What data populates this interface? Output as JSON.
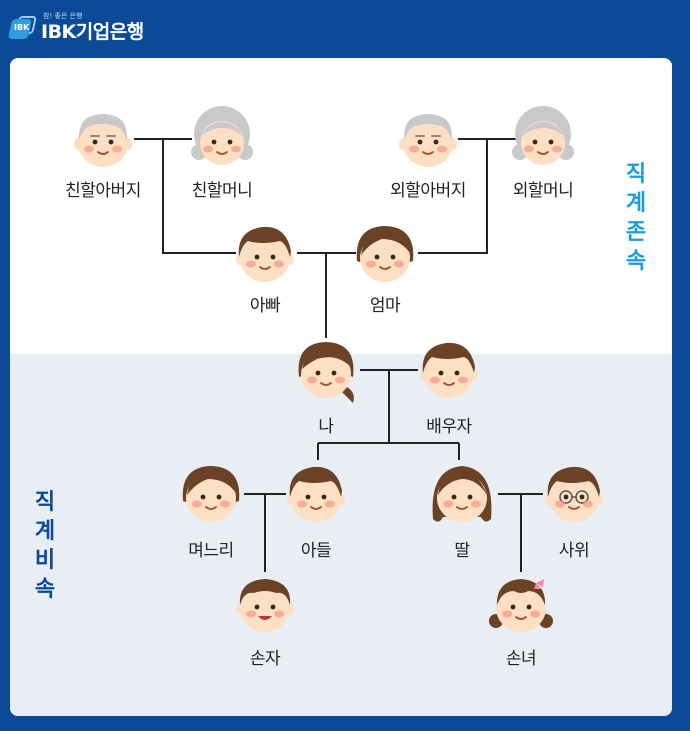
{
  "header": {
    "logo_tagline": "참! 좋은 은행",
    "logo_name": "IBK기업은행",
    "logo_mark": "IBK"
  },
  "side_labels": {
    "ascendant": [
      "직",
      "계",
      "존",
      "속"
    ],
    "descendant": [
      "직",
      "계",
      "비",
      "속"
    ]
  },
  "people": {
    "pat_grandfather": "친할아버지",
    "pat_grandmother": "친할머니",
    "mat_grandfather": "외할아버지",
    "mat_grandmother": "외할머니",
    "father": "아빠",
    "mother": "엄마",
    "me": "나",
    "spouse": "배우자",
    "daughter_in_law": "며느리",
    "son": "아들",
    "daughter": "딸",
    "son_in_law": "사위",
    "grandson": "손자",
    "granddaughter": "손녀"
  },
  "colors": {
    "background": "#0a4a96",
    "panel": "#ffffff",
    "lower_panel": "#e9eef5",
    "ascendant_label": "#1b9be0",
    "descendant_label": "#0a4a96",
    "line": "#222222",
    "skin": "#fde0c4",
    "hair_brown": "#6b4226",
    "hair_grey": "#c9c9c9"
  }
}
